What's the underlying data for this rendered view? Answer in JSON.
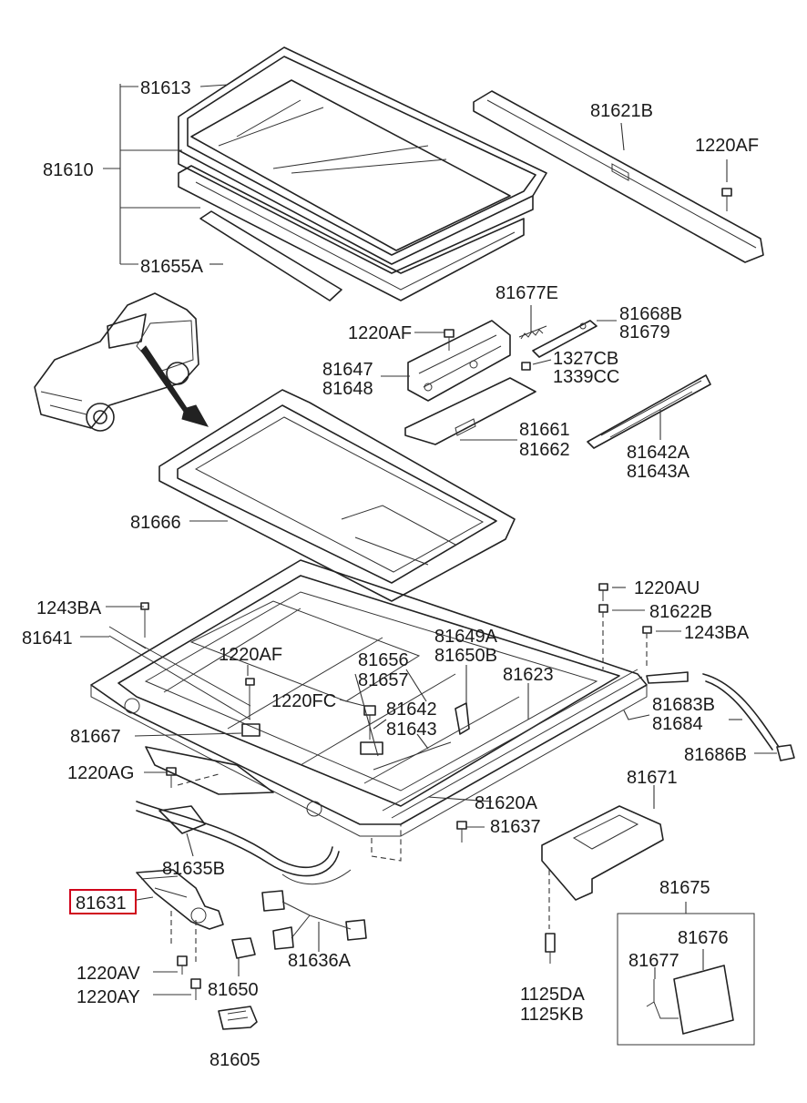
{
  "labels": {
    "l81613": "81613",
    "l81610": "81610",
    "l81655A": "81655A",
    "l81621B": "81621B",
    "l1220AF_a": "1220AF",
    "l81677E": "81677E",
    "l81668B": "81668B",
    "l81679": "81679",
    "l1220AF_b": "1220AF",
    "l1327CB": "1327CB",
    "l1339CC": "1339CC",
    "l81647": "81647",
    "l81648": "81648",
    "l81661": "81661",
    "l81662": "81662",
    "l81642A": "81642A",
    "l81643A": "81643A",
    "l81666": "81666",
    "l1220AU": "1220AU",
    "l81622B": "81622B",
    "l1243BA_a": "1243BA",
    "l1243BA_b": "1243BA",
    "l81641": "81641",
    "l81649A": "81649A",
    "l81650B": "81650B",
    "l1220AF_c": "1220AF",
    "l81656": "81656",
    "l81657": "81657",
    "l81623": "81623",
    "l1220FC": "1220FC",
    "l81642": "81642",
    "l81643": "81643",
    "l81683B": "81683B",
    "l81684": "81684",
    "l81667": "81667",
    "l81686B": "81686B",
    "l1220AG": "1220AG",
    "l81671": "81671",
    "l81620A": "81620A",
    "l81637": "81637",
    "l81635B": "81635B",
    "l81631": "81631",
    "l81675": "81675",
    "l81676": "81676",
    "l81677": "81677",
    "l81636A": "81636A",
    "l1220AV": "1220AV",
    "l1220AY": "1220AY",
    "l81650": "81650",
    "l1125DA": "1125DA",
    "l1125KB": "1125KB",
    "l81605": "81605"
  },
  "highlight": {
    "part": "81631",
    "color": "#d0021b"
  }
}
